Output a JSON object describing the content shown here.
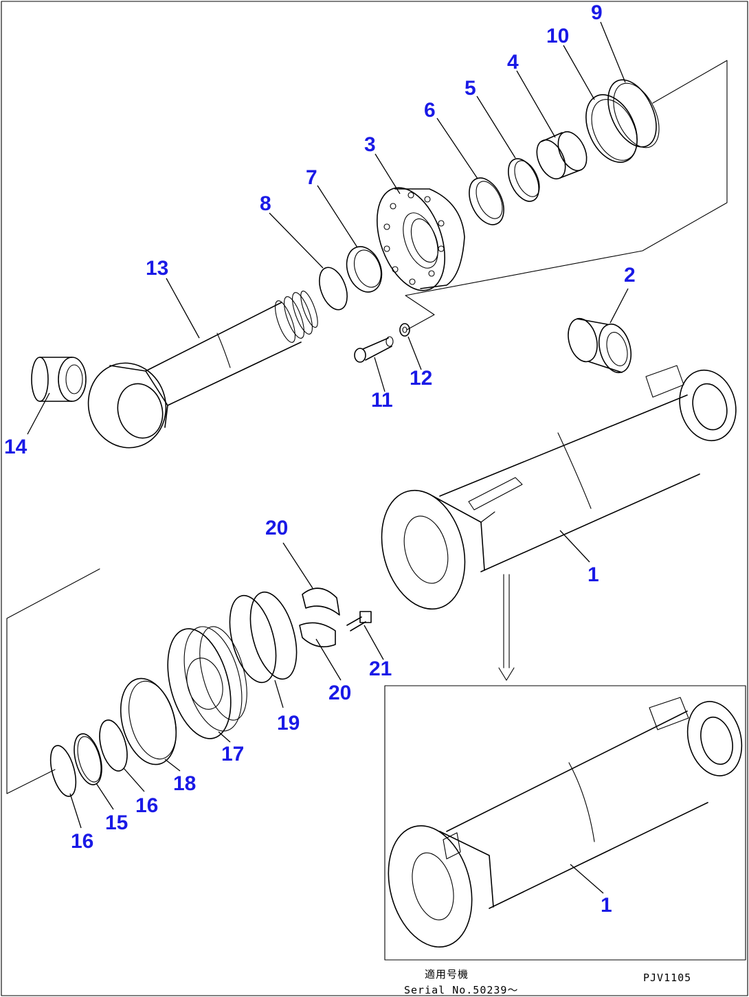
{
  "labels": {
    "p1_main": "1",
    "p1_inset": "1",
    "p2": "2",
    "p3": "3",
    "p4": "4",
    "p5": "5",
    "p6": "6",
    "p7": "7",
    "p8": "8",
    "p9": "9",
    "p10": "10",
    "p11": "11",
    "p12": "12",
    "p13": "13",
    "p14": "14",
    "p15": "15",
    "p16a": "16",
    "p16b": "16",
    "p17": "17",
    "p18": "18",
    "p19": "19",
    "p20a": "20",
    "p20b": "20",
    "p21": "21"
  },
  "footer": {
    "applicability_jp": "適用号機",
    "serial": "Serial  No.50239～",
    "drawing_code": "PJV1105"
  },
  "colors": {
    "label": "#1a1ae6",
    "line": "#000000",
    "background": "#ffffff"
  }
}
